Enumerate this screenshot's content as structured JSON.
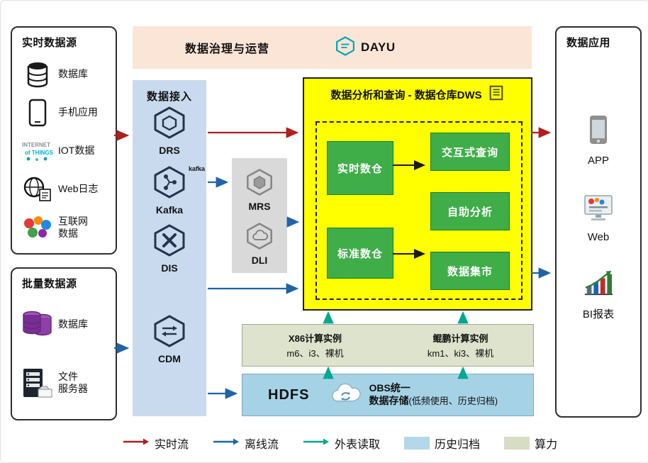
{
  "colors": {
    "governance_bg": "#fbe5d6",
    "ingestion_bg": "#c9daee",
    "processing_bg": "#d9d9d9",
    "dws_bg": "#ffff00",
    "dws_green": "#3fae49",
    "compute_bg": "#dde3cc",
    "storage_bg": "#a6d2e6",
    "realtime_flow": "#b01e1e",
    "offline_flow": "#1f63a8",
    "external_read": "#00a88e",
    "legend_history": "#b3d8ea",
    "legend_compute": "#d7dcc5"
  },
  "governance": {
    "title": "数据治理与运营",
    "brand": "DAYU"
  },
  "realtime_sources": {
    "title": "实时数据源",
    "items": [
      {
        "label": "数据库"
      },
      {
        "label": "手机应用"
      },
      {
        "label": "IOT数据",
        "icon_text_top": "INTERNET",
        "icon_text_bottom": "of THINGS"
      },
      {
        "label": "Web日志"
      },
      {
        "label": "互联网\n数据"
      }
    ]
  },
  "batch_sources": {
    "title": "批量数据源",
    "items": [
      {
        "label": "数据库"
      },
      {
        "label": "文件\n服务器"
      }
    ]
  },
  "ingestion": {
    "title": "数据接入",
    "items": [
      {
        "label": "DRS"
      },
      {
        "label": "Kafka",
        "mark": "kafka"
      },
      {
        "label": "DIS"
      },
      {
        "label": "CDM"
      }
    ]
  },
  "processing": {
    "items": [
      {
        "label": "MRS"
      },
      {
        "label": "DLI"
      }
    ]
  },
  "dws": {
    "title": "数据分析和查询 - 数据仓库DWS",
    "warehouses": [
      {
        "label": "实时数仓"
      },
      {
        "label": "标准数仓"
      }
    ],
    "services": [
      {
        "label": "交互式查询"
      },
      {
        "label": "自助分析"
      },
      {
        "label": "数据集市"
      }
    ]
  },
  "compute": {
    "x86": {
      "title": "X86计算实例",
      "subtitle": "m6、i3、裸机"
    },
    "kunpeng": {
      "title": "鲲鹏计算实例",
      "subtitle": "km1、ki3、裸机"
    }
  },
  "storage": {
    "hdfs": "HDFS",
    "obs_line1": "OBS统一",
    "obs_line2": "数据存储",
    "obs_note": "(低频使用、历史归档)"
  },
  "applications": {
    "title": "数据应用",
    "items": [
      {
        "label": "APP"
      },
      {
        "label": "Web"
      },
      {
        "label": "BI报表"
      }
    ]
  },
  "legend": {
    "items": [
      {
        "label": "实时流"
      },
      {
        "label": "离线流"
      },
      {
        "label": "外表读取"
      },
      {
        "label": "历史归档"
      },
      {
        "label": "算力"
      }
    ]
  }
}
